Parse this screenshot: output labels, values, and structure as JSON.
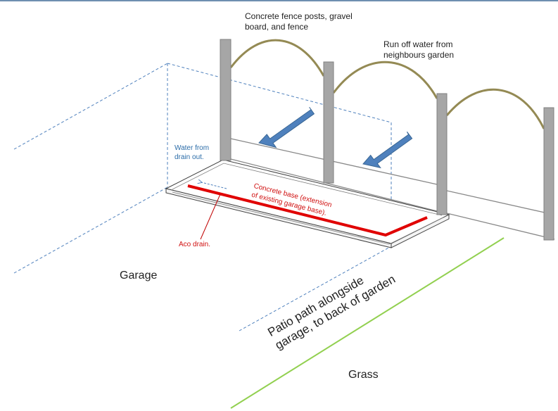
{
  "labels": {
    "fence": [
      "Concrete fence posts, gravel",
      "board, and fence"
    ],
    "runoff": [
      "Run off water from",
      "neighbours garden"
    ],
    "water_drain": [
      "Water from",
      "drain out."
    ],
    "concrete_base": [
      "Concrete base (extension",
      "of existing garage base)."
    ],
    "aco_drain": "Aco drain.",
    "garage": "Garage",
    "patio": [
      "Patio path alongside",
      "garage, to back of garden"
    ],
    "grass": "Grass"
  },
  "colors": {
    "post": "#a6a6a6",
    "post_stroke": "#808080",
    "fence_wire": "#948a54",
    "garage_dashed": "#4f81bd",
    "arrow": "#4f81bd",
    "drain": "#e00000",
    "grass_line": "#92d050",
    "top_rule": "#6f8fb0"
  },
  "icons": {
    "runoff_arrows": "down-left-arrow-icon",
    "water_flow": "left-arrow-icon"
  }
}
